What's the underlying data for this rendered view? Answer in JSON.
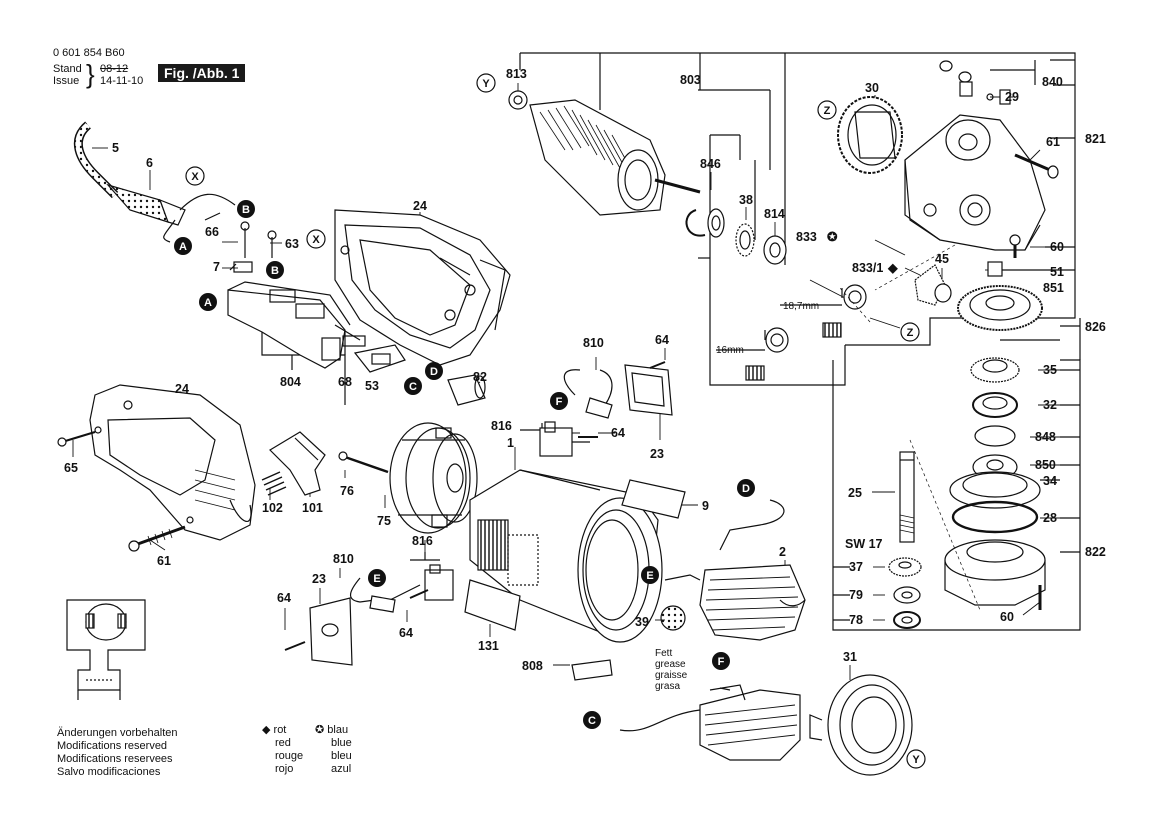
{
  "header": {
    "doc_number": "0 601 854 B60",
    "stand_label": "Stand",
    "issue_label": "Issue",
    "stand_old": "08-12",
    "issue_date": "14-11-10",
    "figure_label": "Fig. /Abb. 1"
  },
  "notes": [
    "Änderungen vorbehalten",
    "Modifications reserved",
    "Modifications reservees",
    "Salvo modificaciones"
  ],
  "legend": {
    "diamond": [
      "rot",
      "red",
      "rouge",
      "rojo"
    ],
    "star": [
      "blau",
      "blue",
      "bleu",
      "azul"
    ]
  },
  "grease_label": [
    "Fett",
    "grease",
    "graisse",
    "grasa"
  ],
  "dims": {
    "d1": "18,7mm",
    "d2": "16mm"
  },
  "sw_label": "SW 17",
  "parts": {
    "p5": "5",
    "p6": "6",
    "p66": "66",
    "p63": "63",
    "p7": "7",
    "p24a": "24",
    "p24b": "24",
    "p804": "804",
    "p68": "68",
    "p53": "53",
    "p82": "82",
    "p65": "65",
    "p102": "102",
    "p101": "101",
    "p76": "76",
    "p75": "75",
    "p61a": "61",
    "p810a": "810",
    "p64a": "64",
    "p816a": "816",
    "p1": "1",
    "p64b": "64",
    "p23a": "23",
    "p9": "9",
    "p810b": "810",
    "p816b": "816",
    "p23b": "23",
    "p64c": "64",
    "p64d": "64",
    "p131": "131",
    "p39": "39",
    "p808": "808",
    "p2": "2",
    "p31": "31",
    "p813": "813",
    "p803": "803",
    "p846": "846",
    "p38": "38",
    "p814": "814",
    "p833": "833",
    "p8331": "833/1",
    "p30": "30",
    "p840": "840",
    "p29": "29",
    "p61b": "61",
    "p821": "821",
    "p60a": "60",
    "p45": "45",
    "p51": "51",
    "p851": "851",
    "p826": "826",
    "p35": "35",
    "p32": "32",
    "p848": "848",
    "p850": "850",
    "p34": "34",
    "p25": "25",
    "p28": "28",
    "p822": "822",
    "p37": "37",
    "p79": "79",
    "p78": "78",
    "p60b": "60"
  },
  "connectors": {
    "A": "A",
    "B": "B",
    "C": "C",
    "D": "D",
    "E": "E",
    "F": "F",
    "X": "X",
    "Y": "Y",
    "Z": "Z"
  },
  "colors": {
    "ink": "#111111",
    "paper": "#ffffff",
    "badge": "#1a1a1a"
  }
}
